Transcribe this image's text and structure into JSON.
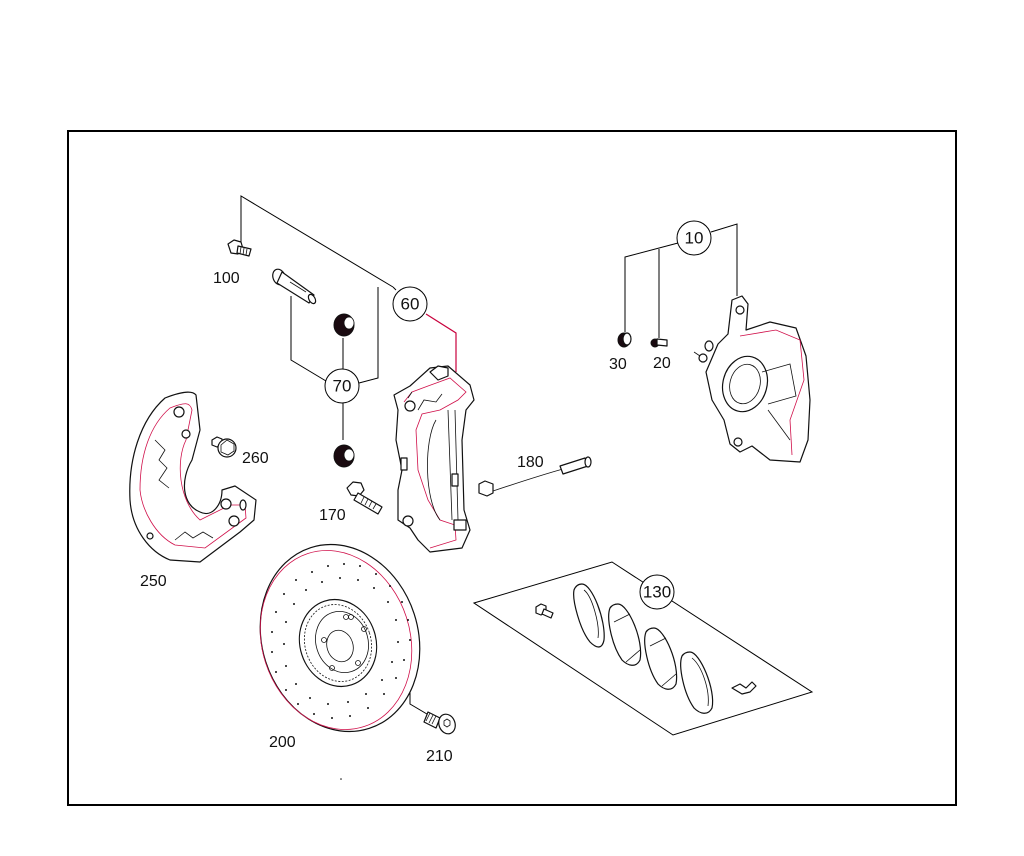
{
  "diagram": {
    "type": "exploded parts diagram",
    "subject": "front wheel brake assembly",
    "colors": {
      "line": "#000000",
      "accent": "#d0104a",
      "background": "#ffffff"
    }
  },
  "callouts": [
    {
      "id": "10",
      "label": "10",
      "kind": "group",
      "children": [
        "30",
        "20",
        "steering-knuckle"
      ]
    },
    {
      "id": "60",
      "label": "60",
      "kind": "group",
      "children": [
        "100",
        "70",
        "brake-caliper"
      ]
    },
    {
      "id": "70",
      "label": "70",
      "kind": "group",
      "children": [
        "guide-pin",
        "bushing-upper",
        "bushing-lower"
      ]
    },
    {
      "id": "130",
      "label": "130",
      "kind": "group",
      "children": [
        "bolt",
        "shim",
        "pad",
        "pad",
        "shim",
        "clip"
      ]
    }
  ],
  "labels": [
    {
      "id": "100",
      "text": "100",
      "part": "bolt"
    },
    {
      "id": "30",
      "text": "30",
      "part": "bleeder cap"
    },
    {
      "id": "20",
      "text": "20",
      "part": "bleeder valve"
    },
    {
      "id": "260",
      "text": "260",
      "part": "bolt"
    },
    {
      "id": "180",
      "text": "180",
      "part": "brake pad wear sensor"
    },
    {
      "id": "170",
      "text": "170",
      "part": "bolt"
    },
    {
      "id": "250",
      "text": "250",
      "part": "brake dust shield"
    },
    {
      "id": "200",
      "text": "200",
      "part": "brake disc"
    },
    {
      "id": "210",
      "text": "210",
      "part": "countersunk screw"
    }
  ]
}
